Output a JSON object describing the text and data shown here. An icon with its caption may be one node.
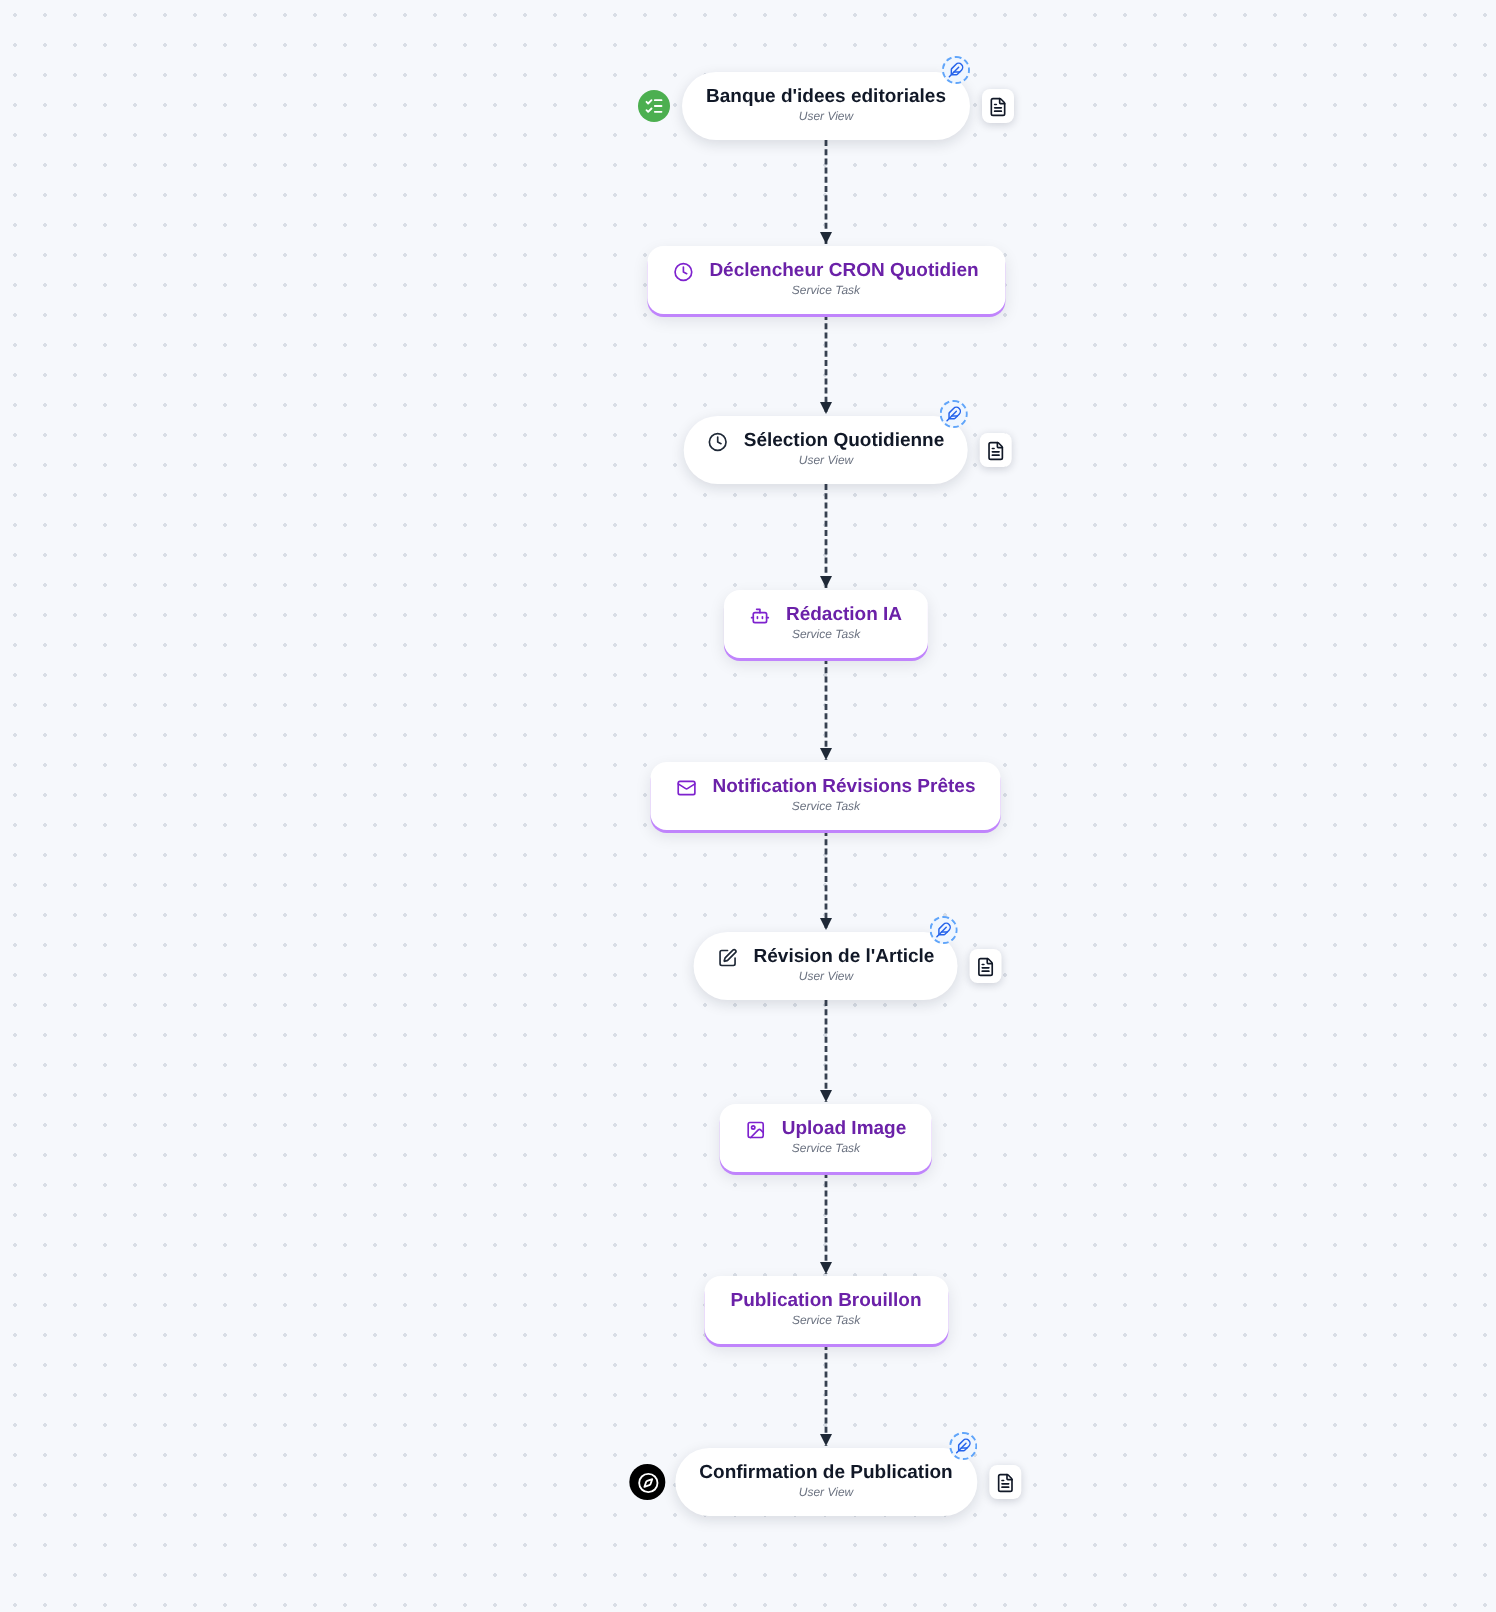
{
  "diagram": {
    "nodes": [
      {
        "text": [
          "Banque d'idees editoriales",
          "User View"
        ]
      },
      {
        "text": [
          "Déclencheur CRON Quotidien",
          "Service Task"
        ]
      },
      {
        "text": [
          "Sélection Quotidienne",
          "User View"
        ]
      },
      {
        "text": [
          "Rédaction IA",
          "Service Task"
        ]
      },
      {
        "text": [
          "Notification Révisions Prêtes",
          "Service Task"
        ]
      },
      {
        "text": [
          "Révision de l'Article",
          "User View"
        ]
      },
      {
        "text": [
          "Upload Image",
          "Service Task"
        ]
      },
      {
        "text": [
          "Publication Brouillon",
          "Service Task"
        ]
      },
      {
        "text": [
          "Confirmation de Publication",
          "User View"
        ]
      }
    ],
    "edges": [
      {
        "from": 0,
        "to": 1,
        "arrow": "to",
        "style": "dashed"
      },
      {
        "from": 1,
        "to": 2,
        "arrow": "to",
        "style": "dashed"
      },
      {
        "from": 2,
        "to": 3,
        "arrow": "to",
        "style": "dashed"
      },
      {
        "from": 3,
        "to": 4,
        "arrow": "to",
        "style": "dashed"
      },
      {
        "from": 4,
        "to": 5,
        "arrow": "to",
        "style": "dashed"
      },
      {
        "from": 5,
        "to": 6,
        "arrow": "to",
        "style": "dashed"
      },
      {
        "from": 6,
        "to": 7,
        "arrow": "to",
        "style": "dashed"
      },
      {
        "from": 7,
        "to": 8,
        "arrow": "to",
        "style": "dashed"
      }
    ]
  }
}
